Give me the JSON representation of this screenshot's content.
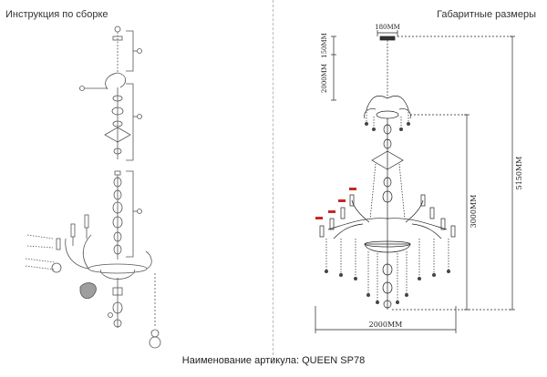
{
  "headings": {
    "assembly": "Инструкция по сборке",
    "dimensions": "Габаритные размеры"
  },
  "dimensions": {
    "top_width": "180MM",
    "canopy_height": "150MM",
    "chain_length": "2000MM",
    "total_height": "5150MM",
    "body_height": "3000MM",
    "total_width": "2000MM"
  },
  "footer": {
    "prefix": "Наименование артикула:",
    "article": "QUEEN SP78"
  }
}
